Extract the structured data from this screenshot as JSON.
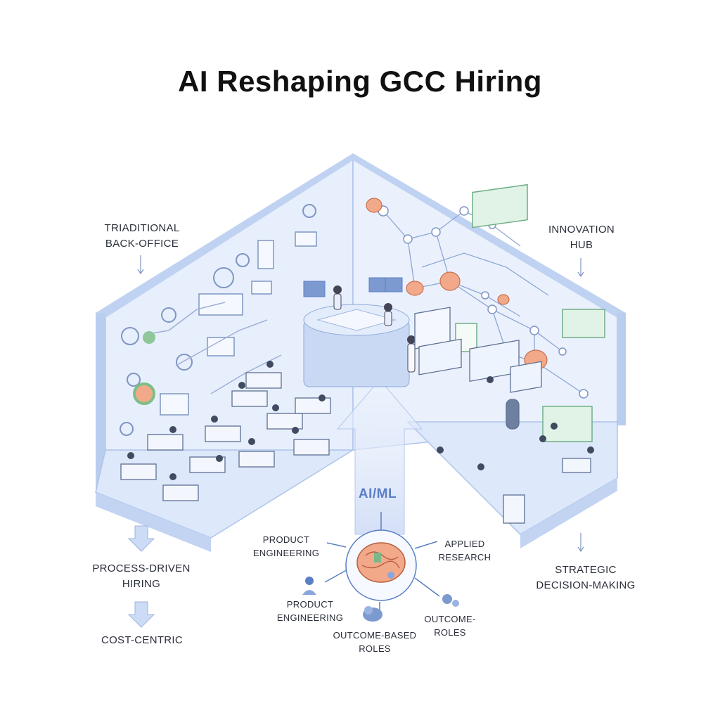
{
  "title": "AI Reshaping GCC Hiring",
  "left_panel": {
    "header_line1": "TRIADITIONAL",
    "header_line2": "BACK-OFFICE",
    "flow": [
      [
        "PROCESS-DRIVEN",
        "HIRING"
      ],
      [
        "COST-CENTRIC"
      ]
    ]
  },
  "right_panel": {
    "header_line1": "INNOVATION",
    "header_line2": "HUB",
    "footer_line1": "STRATEGIC",
    "footer_line2": "DECISION-MAKING"
  },
  "center": {
    "label": "AI/ML",
    "nodes": [
      [
        "PRODUCT",
        "ENGINEERING"
      ],
      [
        "APPLIED",
        "RESEARCH"
      ],
      [
        "PRODUCT",
        "ENGINEERING"
      ],
      [
        "OUTCOME-BASED",
        "ROLES"
      ],
      [
        "OUTCOME-",
        "ROLES"
      ]
    ]
  },
  "colors": {
    "accent": "#5b7fc4",
    "floor": "#dde8fb",
    "wall_left": "#e7effc",
    "wall_right": "#eaf1fd",
    "edge": "#aec4ea",
    "brain": "#f2a98a"
  }
}
